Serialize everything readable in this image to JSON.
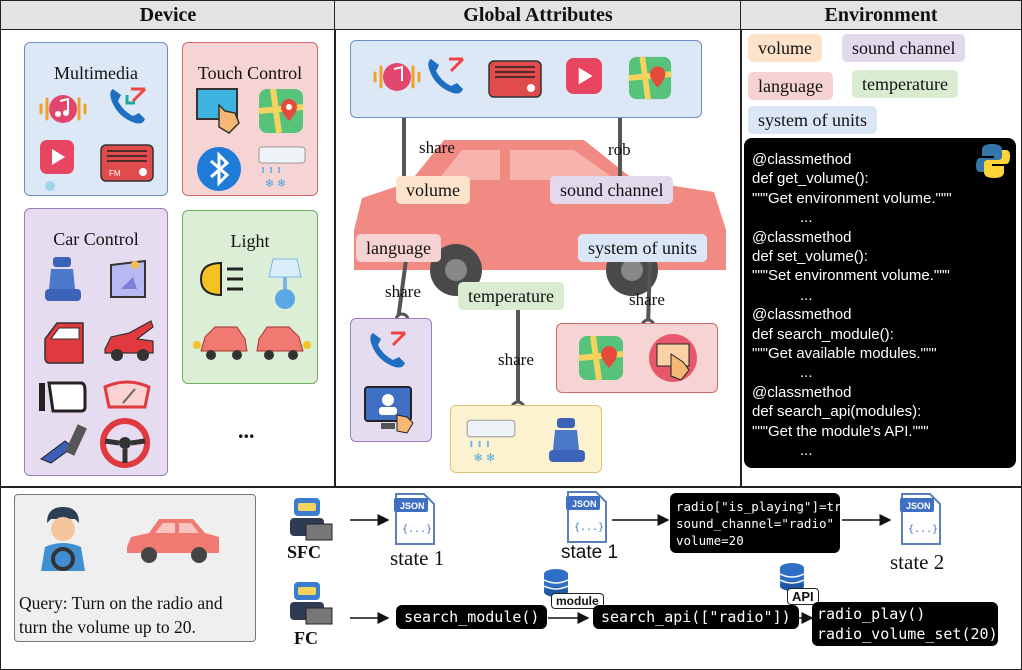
{
  "columns": {
    "device": "Device",
    "global": "Global Attributes",
    "environment": "Environment"
  },
  "device_cards": {
    "multimedia": "Multimedia",
    "touch_control": "Touch Control",
    "car_control": "Car Control",
    "light": "Light",
    "ellipsis": "..."
  },
  "global": {
    "tags": {
      "volume": "volume",
      "sound_channel": "sound channel",
      "language": "language",
      "system_of_units": "system of units",
      "temperature": "temperature"
    },
    "edge_labels": {
      "share_top": "share",
      "rob": "rob",
      "share_left": "share",
      "share_right": "share",
      "share_mid": "share"
    }
  },
  "environment": {
    "tags": [
      "volume",
      "sound channel",
      "language",
      "temperature",
      "system of units"
    ],
    "code_lines": [
      "@classmethod",
      "def get_volume():",
      "\"\"\"Get environment volume.\"\"\"",
      "...",
      "@classmethod",
      "def set_volume():",
      "\"\"\"Set environment volume.\"\"\"",
      "...",
      "@classmethod",
      "def search_module():",
      "\"\"\"Get available modules.\"\"\"",
      "...",
      "@classmethod",
      "def search_api(modules):",
      "\"\"\"Get the module's API.\"\"\"",
      "..."
    ]
  },
  "bottom": {
    "query": "Query: Turn on the radio and turn the volume up to 20.",
    "sfc_label": "SFC",
    "fc_label": "FC",
    "json_label": "JSON",
    "json_body": "{...}",
    "state1_a": "state 1",
    "state1_b": "state 1",
    "state2": "state 2",
    "state_update": [
      "radio[\"is_playing\"]=true",
      "sound_channel=\"radio\"",
      "volume=20"
    ],
    "search_module": "search_module()",
    "module_tag": "module",
    "search_api": "search_api([\"radio\"])",
    "api_tag": "API",
    "api_calls": [
      "radio_play()",
      "radio_volume_set(20)"
    ]
  },
  "colors": {
    "multimedia_bg": "#dde8f7",
    "touch_bg": "#f6d4d4",
    "car_bg": "#e6dcef",
    "light_bg": "#dcefd6",
    "volume": "#fde3cc",
    "sound_channel": "#e2daec",
    "language": "#f6d2d2",
    "temperature": "#d9ecd2",
    "system_of_units": "#dbe7f7",
    "car_body": "#f08a82"
  }
}
